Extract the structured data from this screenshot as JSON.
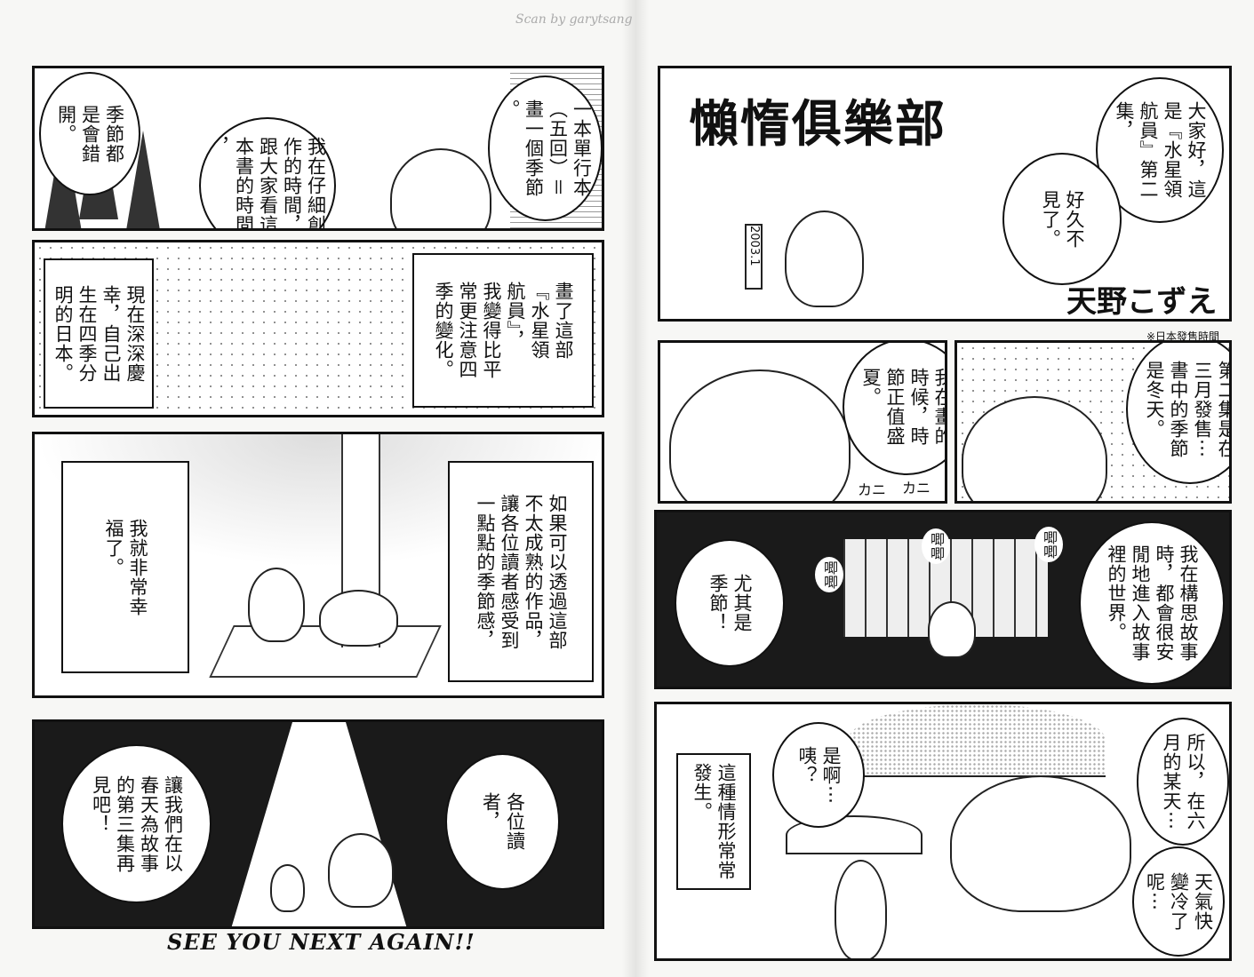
{
  "watermark": "Scan by garytsang",
  "left_page": {
    "panel1": {
      "bubble_right": "一本單行本\n（五回）＝\n畫一個季節\n。",
      "bubble_middle": "我在仔細創\n作的時間，\n跟大家看這\n本書的時間\n，",
      "bubble_left": "季節都\n是會錯\n開。"
    },
    "panel2": {
      "box_right": "畫了這部\n『水星領\n航員』，\n我變得比平\n常更注意四\n季的變化。",
      "box_left": "現在深深慶\n幸，自己出\n生在四季分\n明的日本。"
    },
    "panel3": {
      "box_right": "如果可以透過這部\n不太成熟的作品，\n讓各位讀者感受到\n一點點的季節感，",
      "box_left": "我就非常幸\n福了。"
    },
    "panel4": {
      "bubble_right": "各位讀\n者，",
      "bubble_left": "讓我們在以\n春天為故事\n的第三集再\n見吧！"
    },
    "footer": "SEE YOU NEXT AGAIN!!"
  },
  "right_page": {
    "panel1": {
      "title": "懶惰俱樂部",
      "author": "天野こずえ",
      "sign": "2003.1",
      "bubble_top": "大家好，這\n是『水星領\n航員』第二\n集，",
      "bubble_bottom": "好久不\n見了。"
    },
    "note": "※日本發售時間",
    "panel2a": {
      "bubble": "我在畫的\n時候，時\n節正值盛\n夏。",
      "sfx": "カニ",
      "sfx2": "カニ"
    },
    "panel2b": {
      "bubble": "第二集是在\n三月發售⋯\n書中的季節\n是冬天。"
    },
    "panel3": {
      "bubble_right": "我在構思故事\n時，都會很安\n閒地進入故事\n裡的世界。",
      "bubble_left": "尤其是\n季節！",
      "sfx": [
        "唧唧",
        "唧唧",
        "唧唧"
      ]
    },
    "panel4": {
      "bubble_right_top": "所以，在六\n月的某天⋯",
      "bubble_right_bottom": "天氣快\n變冷了\n呢⋯",
      "bubble_middle": "是啊⋯\n咦？",
      "box_left": "這種情形常常\n發生。"
    }
  }
}
